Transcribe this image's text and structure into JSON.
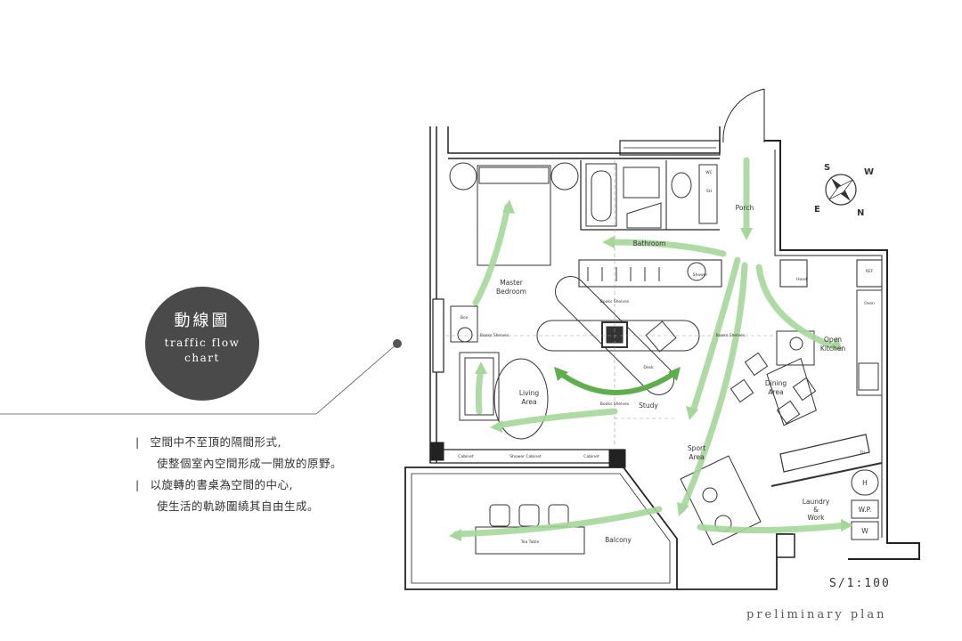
{
  "badge": {
    "title": "動線圖",
    "subtitle_line1": "traffic flow",
    "subtitle_line2": "chart"
  },
  "description": [
    "空間中不至頂的隔間形式,",
    "使整個室內空間形成一開放的原野。",
    "以旋轉的書桌為空間的中心,",
    "使生活的軌跡圍繞其自由生成。"
  ],
  "scale": "S/1:100",
  "plan_title": "preliminary plan",
  "rooms": {
    "master_bedroom": [
      "Master",
      "Bedroom"
    ],
    "bathroom": "Bathroom",
    "porch": "Porch",
    "open_kitchen": [
      "Open",
      "Kitchen"
    ],
    "living_area": [
      "Living",
      "Area"
    ],
    "dining_area": [
      "Dining",
      "Area"
    ],
    "study": "Study",
    "sport_area": [
      "Sport",
      "Area"
    ],
    "laundry_work": [
      "Laundry",
      "&",
      "Work"
    ],
    "balcony": "Balcony"
  },
  "fixtures": {
    "tea_table": "Tea Table",
    "shower_cabinet": "Shower Cabinet",
    "cabinet_left": "Cabinet",
    "cabinet_right": "Cabinet",
    "hood": "Hood",
    "desk": "Desk",
    "bookshelves": "Books Shelves",
    "wp": "W.P.",
    "w": "W",
    "h": "H",
    "ov": "Oven",
    "ref": "REF",
    "tv": "TV",
    "box": "Box",
    "wc": "WC",
    "sh": "SH",
    "shower": "Shower"
  },
  "compass": [
    "S",
    "W",
    "N",
    "E"
  ],
  "colors": {
    "flow": "#a6d79a",
    "flow_dark": "#5fae4e",
    "wall": "#222222",
    "badge": "#4a4a4a"
  }
}
